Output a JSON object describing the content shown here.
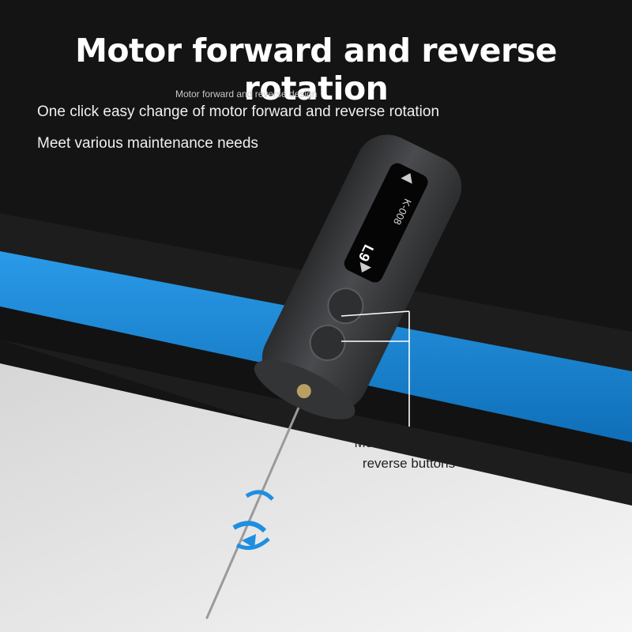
{
  "headline": "Motor forward and reverse rotation",
  "subheading": "Motor forward and reverse design",
  "feature_lines": [
    "One click easy change of motor forward and reverse rotation",
    "Meet various maintenance needs"
  ],
  "callout": {
    "line1": "Motor forward and",
    "line2": "reverse buttons"
  },
  "device": {
    "model_label": "K-008",
    "display_reading": "L9"
  },
  "colors": {
    "accent_blue": "#1e8fe0",
    "device_body": "#3a3b3d",
    "background_dark": "#141414",
    "surface_light": "#eeeeee"
  }
}
